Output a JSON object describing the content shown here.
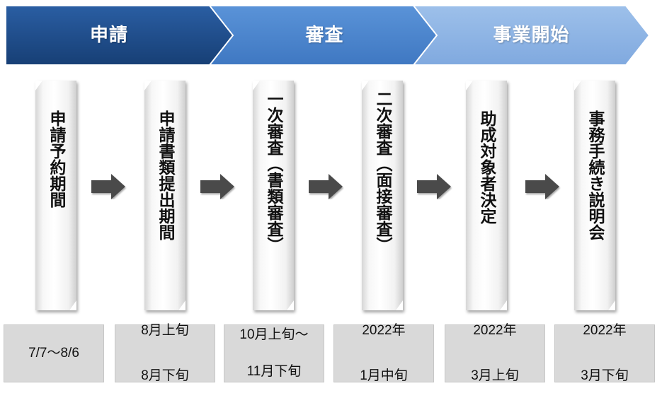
{
  "phases": [
    {
      "label": "申請",
      "color": "#1f4e8c"
    },
    {
      "label": "審査",
      "color": "#4a86cf"
    },
    {
      "label": "事業開始",
      "color": "#8eb4e3"
    }
  ],
  "steps": [
    {
      "label": "申請予約期間"
    },
    {
      "label": "申請書類提出期間"
    },
    {
      "label": "一次審査（書類審査）"
    },
    {
      "label": "二次審査（面接審査）"
    },
    {
      "label": "助成対象者決定"
    },
    {
      "label": "事務手続き説明会"
    }
  ],
  "dates": [
    {
      "line1": "7/7～8/6",
      "line2": ""
    },
    {
      "line1": "8月上旬",
      "line2": "8月下旬"
    },
    {
      "line1": "10月上旬～",
      "line2": "11月下旬"
    },
    {
      "line1": "2022年",
      "line2": "1月中旬"
    },
    {
      "line1": "2022年",
      "line2": "3月上旬"
    },
    {
      "line1": "2022年",
      "line2": "3月下旬"
    }
  ],
  "colors": {
    "arrow": "#4a4a4a",
    "date_bg": "#d9d9d9"
  }
}
